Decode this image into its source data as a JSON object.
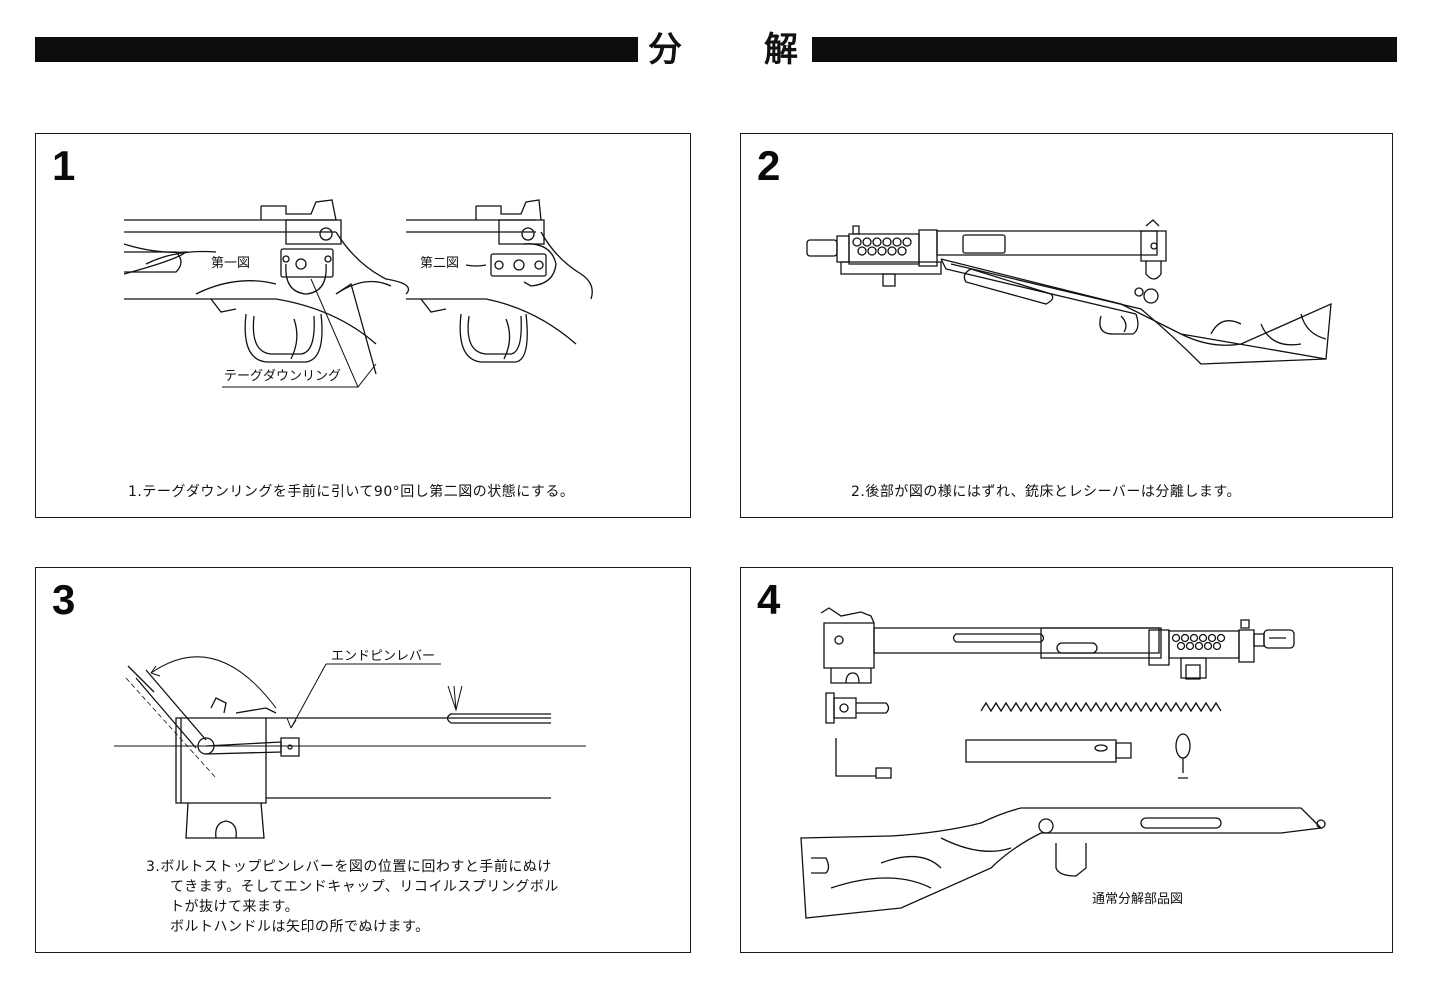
{
  "header": {
    "title_left": "分",
    "title_right": "解"
  },
  "panels": [
    {
      "number": "1",
      "figure_label_1": "第一図",
      "figure_label_2": "第二図",
      "callout": "テーグダウンリング",
      "caption": "1.テーグダウンリングを手前に引いて90°回し第二図の状態にする。"
    },
    {
      "number": "2",
      "caption": "2.後部が図の様にはずれ、銃床とレシーバーは分離します。"
    },
    {
      "number": "3",
      "callout": "エンドピンレバー",
      "caption_lines": [
        "3.ボルトストップピンレバーを図の位置に回わすと手前にぬけ",
        "てきます。そしてエンドキャップ、リコイルスプリングボル",
        "トが抜けて来ます。",
        "ボルトハンドルは矢印の所でぬけます。"
      ]
    },
    {
      "number": "4",
      "caption": "通常分解部品図"
    }
  ]
}
